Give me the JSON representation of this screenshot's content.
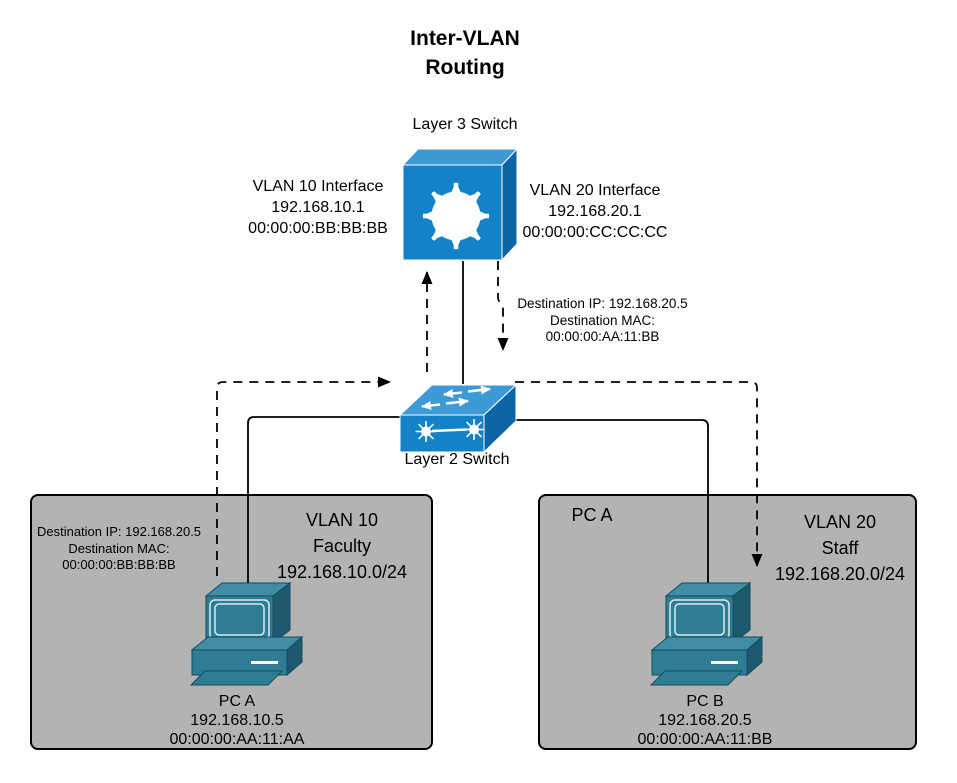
{
  "title": {
    "line1": "Inter-VLAN",
    "line2": "Routing"
  },
  "layer3_switch": {
    "label": "Layer 3 Switch"
  },
  "layer2_switch": {
    "label": "Layer 2 Switch"
  },
  "vlan10_interface": {
    "lines": [
      "VLAN 10 Interface",
      "192.168.10.1",
      "00:00:00:BB:BB:BB"
    ]
  },
  "vlan20_interface": {
    "lines": [
      "VLAN 20 Interface",
      "192.168.20.1",
      "00:00:00:CC:CC:CC"
    ]
  },
  "frame_to_l2_label": {
    "lines": [
      "Destination IP: 192.168.20.5",
      "Destination MAC:",
      "00:00:00:AA:11:BB"
    ]
  },
  "vlan10_box": {
    "title_lines": [
      "VLAN 10",
      "Faculty",
      "192.168.10.0/24"
    ],
    "frame_label_lines": [
      "Destination IP: 192.168.20.5",
      "Destination MAC:",
      "00:00:00:BB:BB:BB"
    ],
    "pc_lines": [
      "PC A",
      "192.168.10.5",
      "00:00:00:AA:11:AA"
    ]
  },
  "vlan20_box": {
    "title_lines": [
      "VLAN 20",
      "Staff",
      "192.168.20.0/24"
    ],
    "source_label": "PC A",
    "pc_lines": [
      "PC B",
      "192.168.20.5",
      "00:00:00:AA:11:BB"
    ]
  },
  "colors": {
    "switch_front": "#1482C6",
    "switch_top": "#3D9AD6",
    "switch_side": "#0C66A5",
    "pc_front": "#2F7D95",
    "pc_top": "#3F8EA6",
    "pc_side": "#1D5A6F",
    "pc_outline": "#DCEBF0",
    "box_fill": "#B3B3B3",
    "line_color": "#000000"
  }
}
